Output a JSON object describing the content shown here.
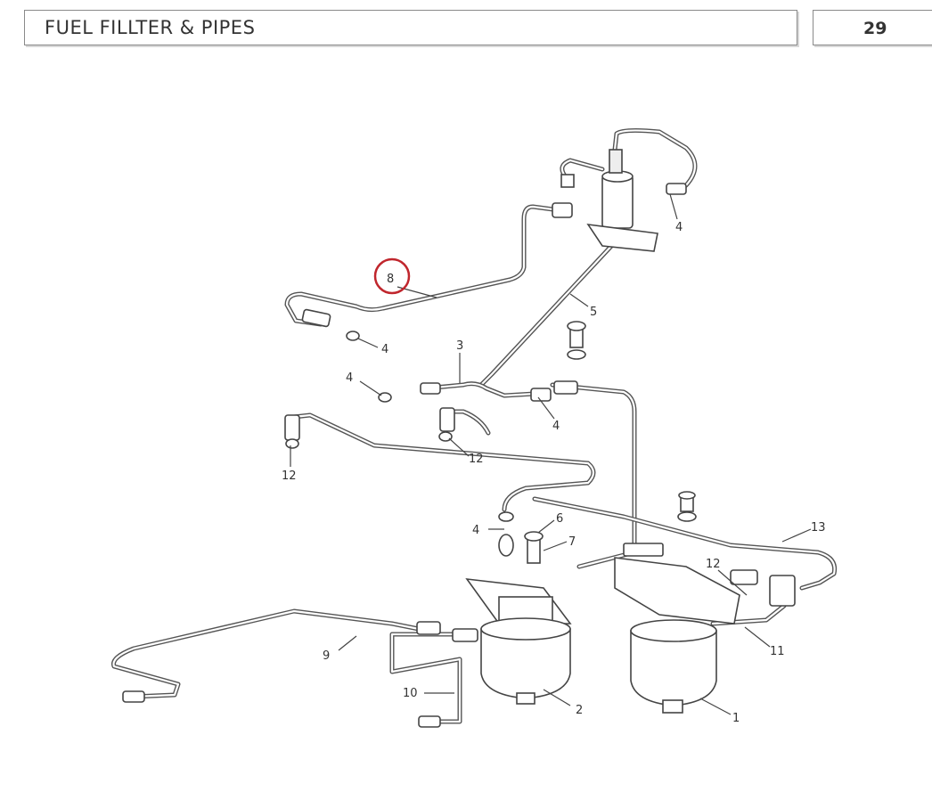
{
  "header": {
    "title": "FUEL FILLTER & PIPES",
    "page_number": "29"
  },
  "callouts": [
    {
      "id": "c8",
      "label": "8"
    },
    {
      "id": "c4a",
      "label": "4"
    },
    {
      "id": "c5",
      "label": "5"
    },
    {
      "id": "c4b",
      "label": "4"
    },
    {
      "id": "c3",
      "label": "3"
    },
    {
      "id": "c4c",
      "label": "4"
    },
    {
      "id": "c4d",
      "label": "4"
    },
    {
      "id": "c12a",
      "label": "12"
    },
    {
      "id": "c12b",
      "label": "12"
    },
    {
      "id": "c13",
      "label": "13"
    },
    {
      "id": "c4e",
      "label": "4"
    },
    {
      "id": "c6",
      "label": "6"
    },
    {
      "id": "c7",
      "label": "7"
    },
    {
      "id": "c12c",
      "label": "12"
    },
    {
      "id": "c9",
      "label": "9"
    },
    {
      "id": "c11",
      "label": "11"
    },
    {
      "id": "c10",
      "label": "10"
    },
    {
      "id": "c2",
      "label": "2"
    },
    {
      "id": "c1",
      "label": "1"
    }
  ],
  "highlight": {
    "callout": "8",
    "color": "#c0262d"
  }
}
